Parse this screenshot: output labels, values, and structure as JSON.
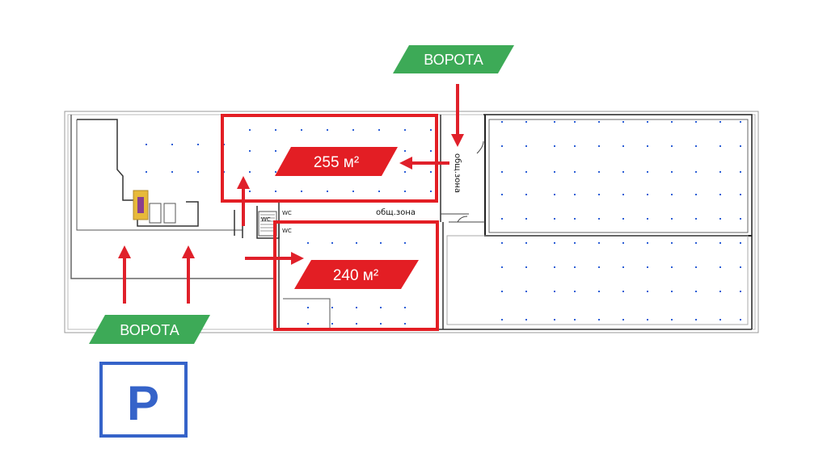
{
  "colors": {
    "gate_green": "#3daa57",
    "area_red": "#e31e24",
    "arrow_red": "#e0202a",
    "parking_blue": "#3563c9",
    "wall": "#222222",
    "column_blue": "#2d5fd6"
  },
  "gates": {
    "top_label": "ВОРОТА",
    "bottom_label": "ВОРОТА"
  },
  "areas": {
    "upper": "255 м²",
    "lower": "240 м²"
  },
  "plan_labels": {
    "common_zone": "общ.зона",
    "common_vertical": "общ.зона",
    "wc1": "WC",
    "wc2": "WC",
    "wc3": "WC"
  },
  "parking": {
    "letter": "P",
    "icon": "parking-sign-icon"
  }
}
